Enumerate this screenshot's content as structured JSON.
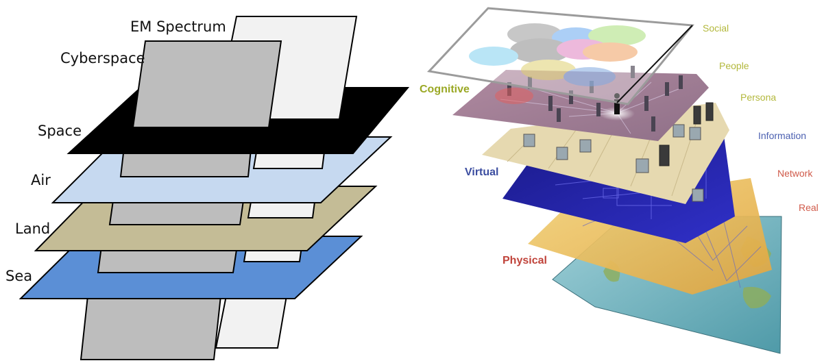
{
  "left_diagram": {
    "labels": {
      "em_spectrum": "EM Spectrum",
      "cyberspace": "Cyberspace",
      "space": "Space",
      "air": "Air",
      "land": "Land",
      "sea": "Sea"
    },
    "colors": {
      "em_spectrum": "#f2f2f2",
      "cyberspace": "#bdbdbd",
      "space": "#000000",
      "air": "#c6d9f0",
      "land": "#c4bc96",
      "sea": "#5b8fd6"
    }
  },
  "right_diagram": {
    "layer_labels": {
      "cognitive": "Cognitive",
      "virtual": "Virtual",
      "physical": "Physical"
    },
    "side_labels": {
      "social": "Social",
      "people": "People",
      "persona": "Persona",
      "information": "Information",
      "network": "Network",
      "real": "Real"
    },
    "colors": {
      "cognitive": "#9aaa24",
      "virtual": "#3b4da0",
      "physical": "#c0433a",
      "social": "#b3b83c",
      "people": "#b3b83c",
      "persona": "#b3b83c",
      "information": "#4a5fb0",
      "network": "#d05a4a",
      "real": "#d05a4a"
    }
  }
}
